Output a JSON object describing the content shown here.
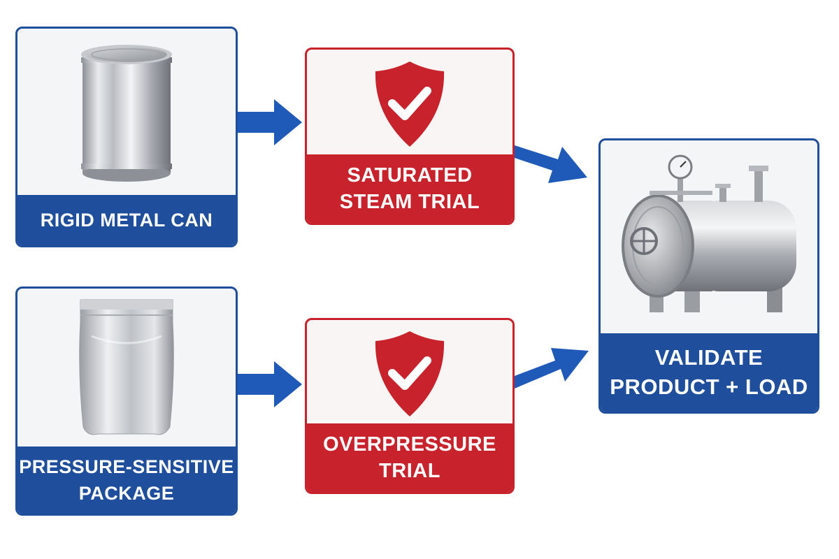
{
  "nodes": {
    "rigid_can": {
      "label": "RIGID METAL CAN",
      "icon": "metal-can-icon"
    },
    "pouch": {
      "label": "PRESSURE-SENSITIVE\nPACKAGE",
      "icon": "foil-pouch-icon"
    },
    "steam_trial": {
      "label": "SATURATED\nSTEAM TRIAL",
      "icon": "shield-check-icon"
    },
    "overpressure_trial": {
      "label": "OVERPRESSURE\nTRIAL",
      "icon": "shield-check-icon"
    },
    "validate": {
      "label": "VALIDATE\nPRODUCT + LOAD",
      "icon": "retort-vessel-icon"
    }
  },
  "colors": {
    "blue": "#1f4e9c",
    "red": "#c8232c",
    "arrow": "#1f5ab8"
  }
}
